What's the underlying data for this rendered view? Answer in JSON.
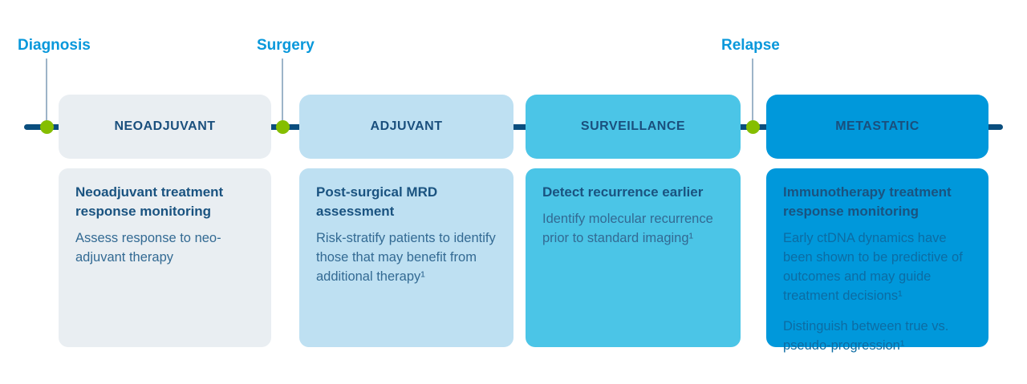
{
  "diagram": {
    "milestones": [
      {
        "id": "diagnosis",
        "label": "Diagnosis"
      },
      {
        "id": "surgery",
        "label": "Surgery"
      },
      {
        "id": "relapse",
        "label": "Relapse"
      }
    ],
    "stages": [
      {
        "name": "NEOADJUVANT",
        "card_title": "Neoadjuvant treatment response monitoring",
        "paragraphs": [
          "Assess response to neo-adjuvant therapy"
        ],
        "color": "#E9EEF2"
      },
      {
        "name": "ADJUVANT",
        "card_title": "Post-surgical MRD assessment",
        "paragraphs": [
          "Risk-stratify patients to identify those that may benefit from additional therapy¹"
        ],
        "color": "#BEE0F2"
      },
      {
        "name": "SURVEILLANCE",
        "card_title": "Detect recurrence earlier",
        "paragraphs": [
          "Identify molecular recurrence prior to standard imaging¹"
        ],
        "color": "#4BC5E7"
      },
      {
        "name": "METASTATIC",
        "card_title": "Immunotherapy treatment response monitoring",
        "paragraphs": [
          "Early ctDNA dynamics have been shown to be predictive of outcomes and may guide treatment decisions¹",
          "Distinguish between true vs. pseudo-progression¹"
        ],
        "color": "#0098DB"
      }
    ],
    "colors": {
      "milestone_label": "#0998DB",
      "timeline": "#0A4E7E",
      "milestone_dot": "#85BE00",
      "connector_line": "#9DB4C8",
      "stage_heading_text": "#1A4F7D",
      "card_title_text": "#1A5380",
      "card_body_text": "#336A93",
      "card_body_text_on_blue": "#0C6CA3"
    }
  }
}
